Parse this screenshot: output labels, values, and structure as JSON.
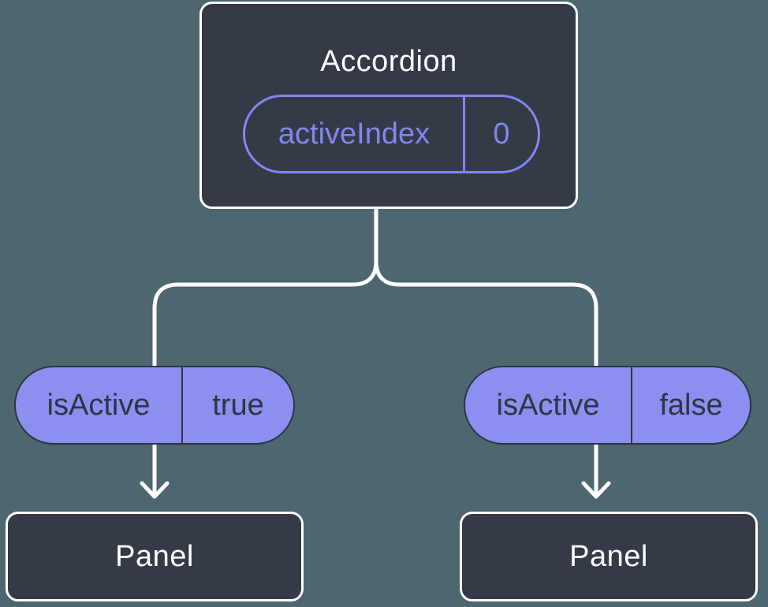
{
  "diagram": {
    "kind": "react-component-state-tree",
    "colors": {
      "background": "#4d6670",
      "node_fill": "#343a46",
      "node_border": "#ffffff",
      "node_text": "#ffffff",
      "connector": "#ffffff",
      "state_pill_outline": "#8187ee",
      "state_pill_text": "#8187ee",
      "prop_pill_fill": "#8b8ff0",
      "prop_pill_border": "#2e3541",
      "prop_pill_text": "#2e3541"
    },
    "tree": {
      "root": {
        "label": "Accordion",
        "state": {
          "name": "activeIndex",
          "value": "0"
        }
      },
      "children": [
        {
          "prop": {
            "name": "isActive",
            "value": "true"
          },
          "label": "Panel"
        },
        {
          "prop": {
            "name": "isActive",
            "value": "false"
          },
          "label": "Panel"
        }
      ]
    }
  }
}
